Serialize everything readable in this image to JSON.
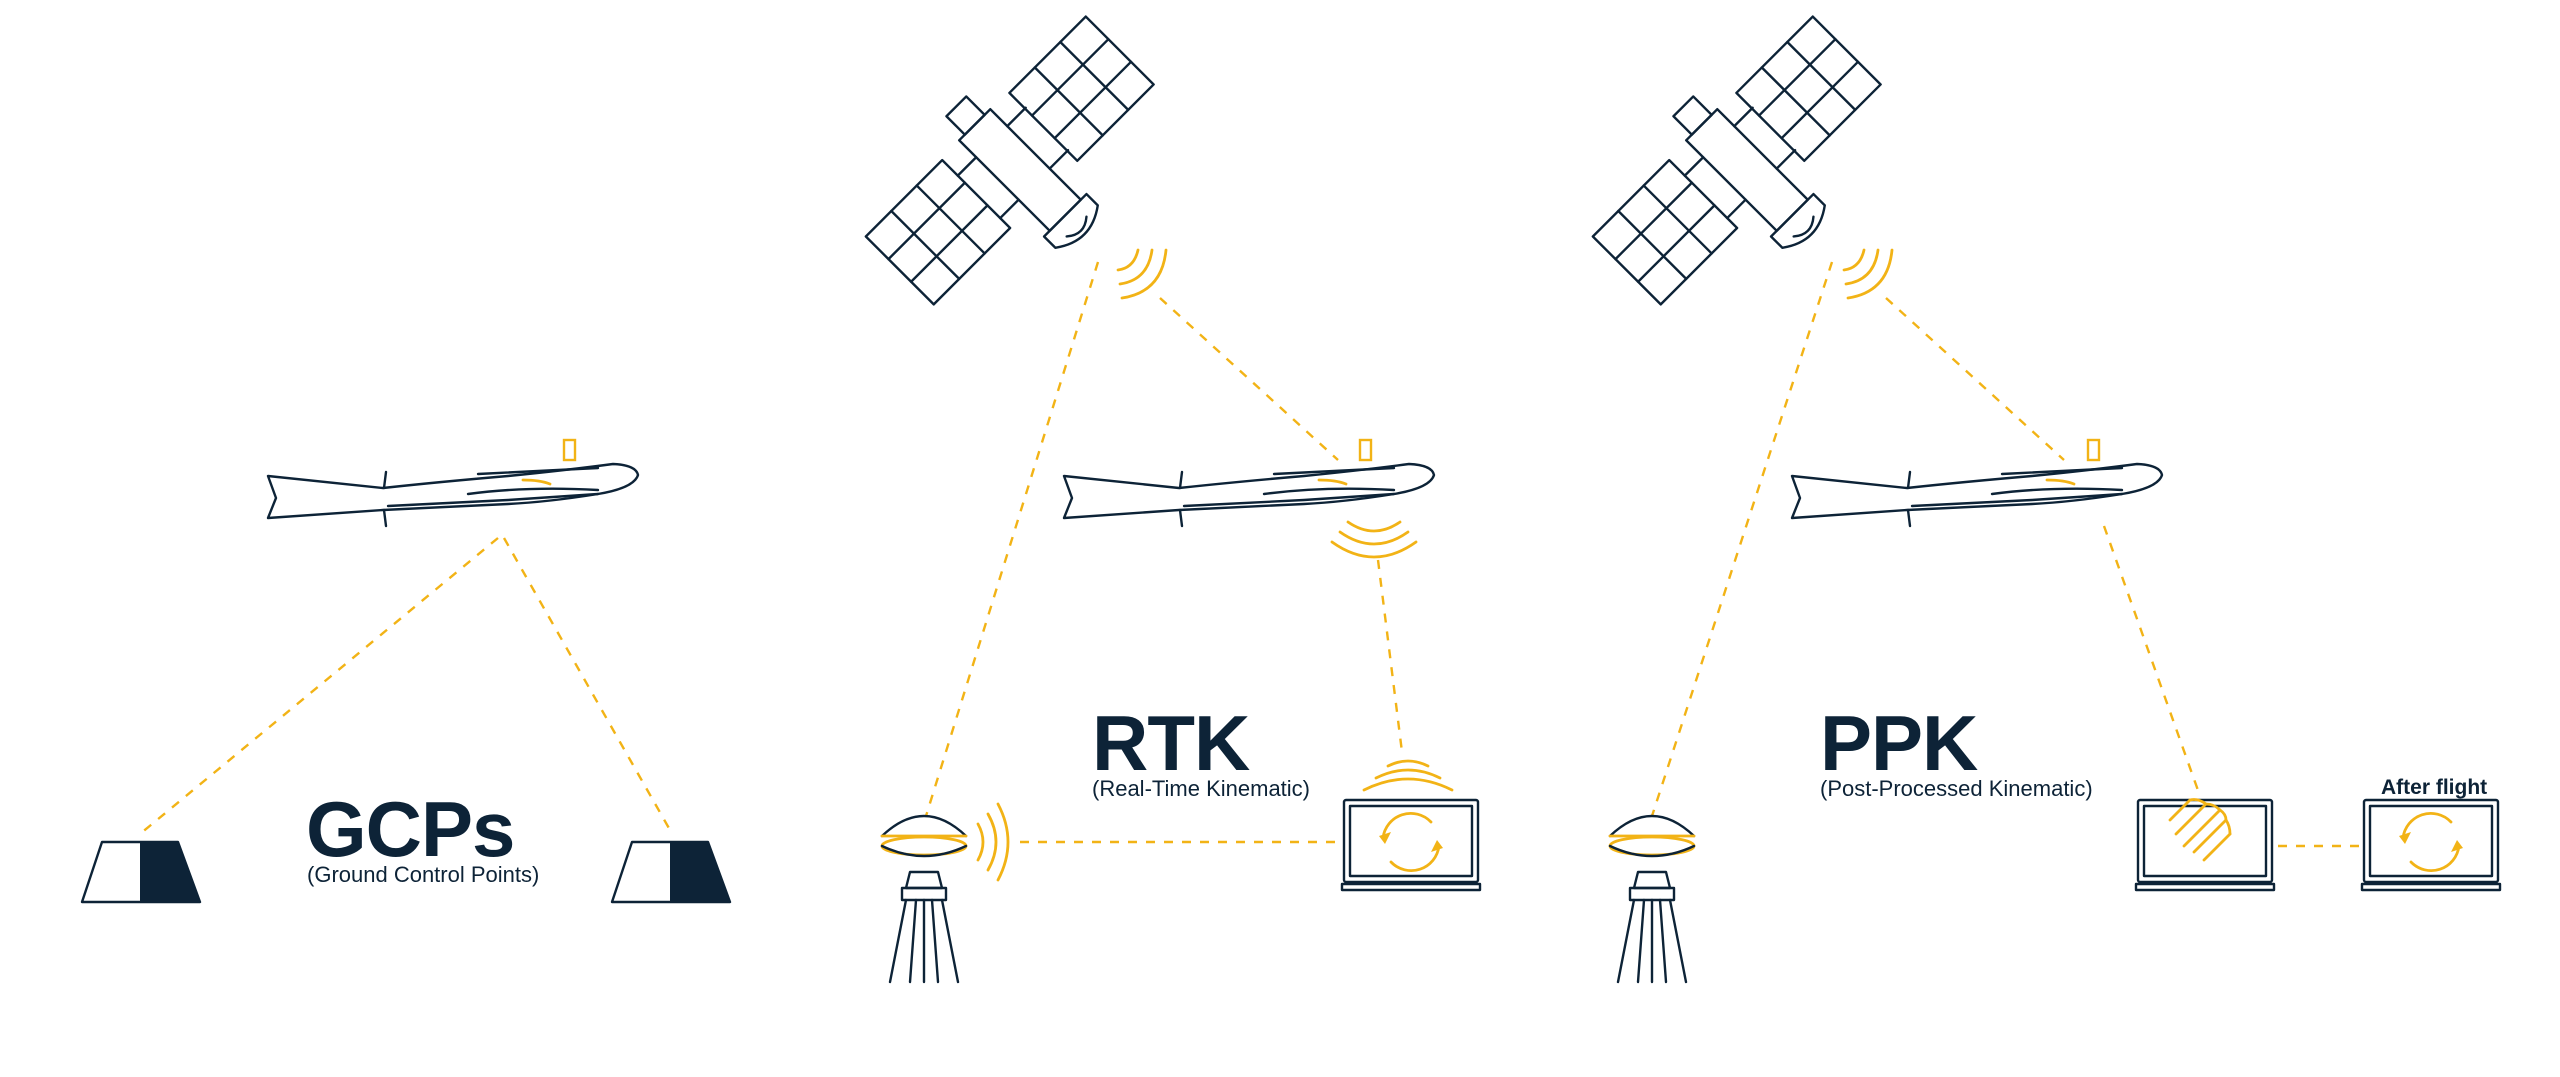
{
  "colors": {
    "ink": "#0d2337",
    "accent": "#f2b316",
    "background": "#ffffff"
  },
  "panels": {
    "gcp": {
      "title": "GCPs",
      "subtitle": "(Ground Control Points)"
    },
    "rtk": {
      "title": "RTK",
      "subtitle": "(Real-Time Kinematic)"
    },
    "ppk": {
      "title": "PPK",
      "subtitle": "(Post-Processed Kinematic)",
      "after_label": "After flight"
    }
  },
  "icons": [
    "satellite-icon",
    "drone-icon",
    "gcp-target-icon",
    "base-station-icon",
    "laptop-icon",
    "signal-waves-icon"
  ]
}
